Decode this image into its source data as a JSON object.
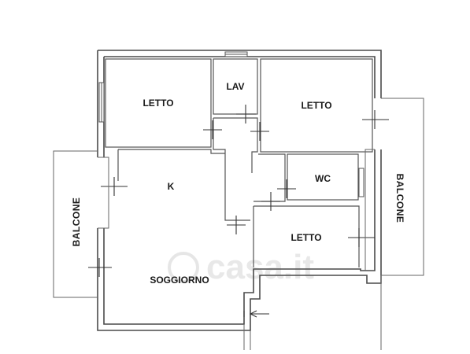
{
  "rooms": {
    "letto_1": "LETTO",
    "lav": "LAV",
    "letto_2": "LETTO",
    "k": "K",
    "wc": "WC",
    "letto_3": "LETTO",
    "soggiorno": "SOGGIORNO"
  },
  "balconies": {
    "left": "BALCONE",
    "right": "BALCONE"
  },
  "watermark": {
    "text": "casa.it"
  },
  "colors": {
    "wall": "#4a4a4a",
    "label": "#1a1a1a",
    "watermark": "#e8e8e8"
  }
}
